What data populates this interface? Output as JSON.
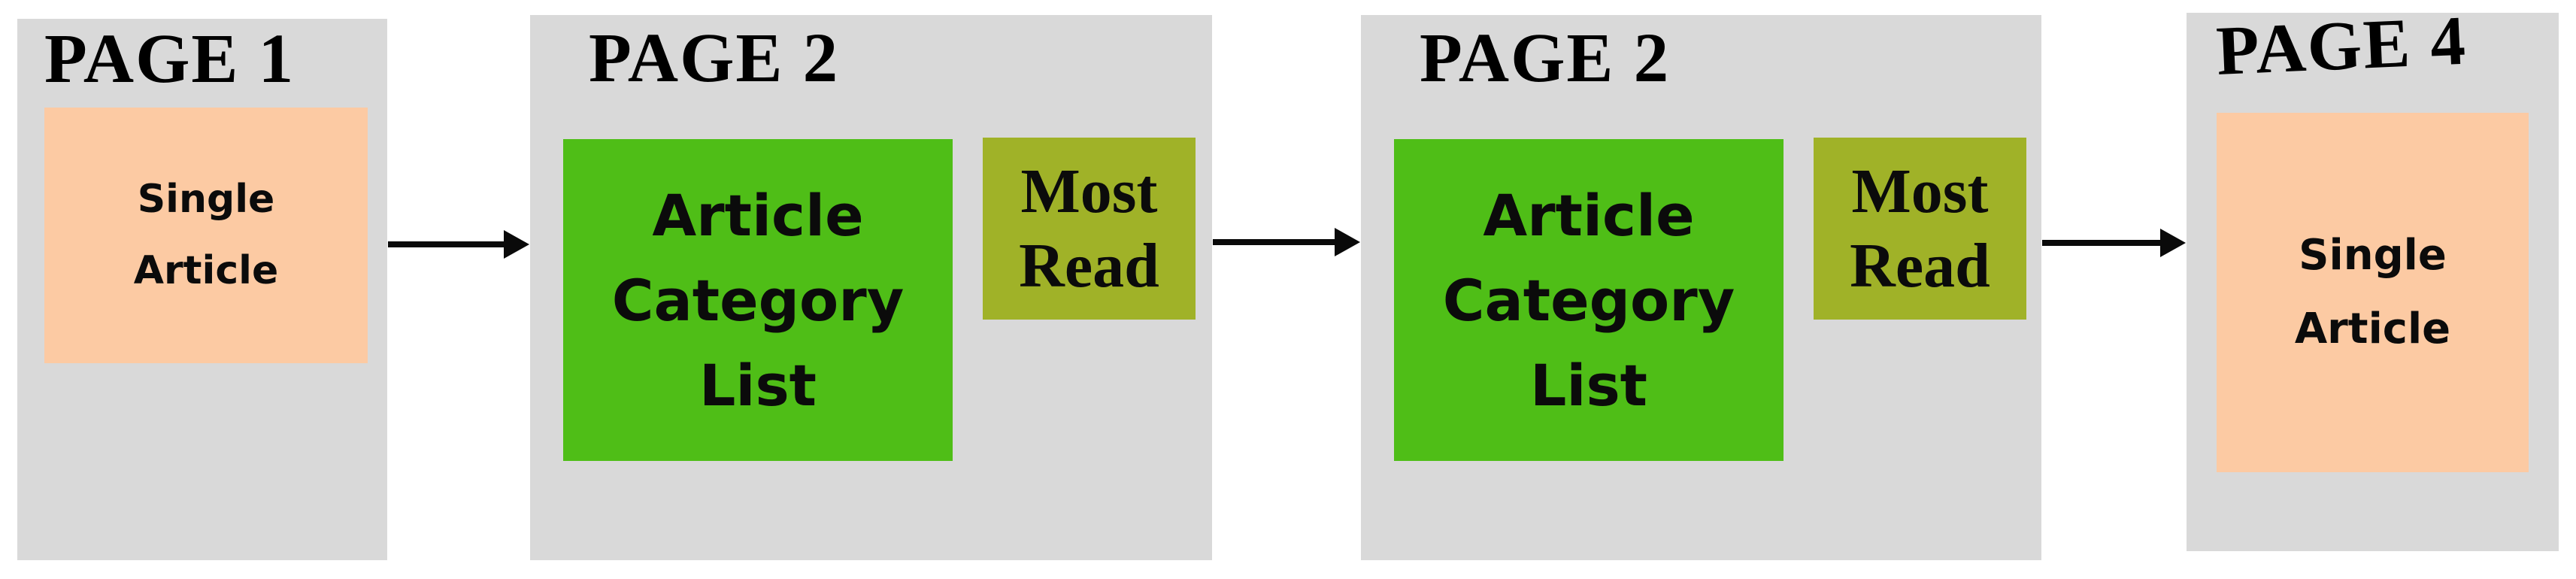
{
  "diagram": {
    "description": "Page navigation flow diagram",
    "panels": [
      {
        "id": "page-1",
        "title": "PAGE 1",
        "single_article": {
          "line1": "Single",
          "line2": "Article"
        }
      },
      {
        "id": "page-2a",
        "title": "PAGE 2",
        "category_list": {
          "line1": "Article",
          "line2": "Category",
          "line3": "List"
        },
        "most_read": {
          "line1": "Most",
          "line2": "Read"
        }
      },
      {
        "id": "page-2b",
        "title": "PAGE 2",
        "category_list": {
          "line1": "Article",
          "line2": "Category",
          "line3": "List"
        },
        "most_read": {
          "line1": "Most",
          "line2": "Read"
        }
      },
      {
        "id": "page-4",
        "title": "PAGE 4",
        "single_article": {
          "line1": "Single",
          "line2": "Article"
        }
      }
    ],
    "arrows": [
      {
        "from": "page-1",
        "to": "page-2a",
        "direction": "right"
      },
      {
        "from": "page-2a",
        "to": "page-2b",
        "direction": "right"
      },
      {
        "from": "page-2b",
        "to": "page-4",
        "direction": "right"
      }
    ],
    "colors": {
      "page_bg": "#ffffff",
      "panel_bg": "#d9d9d9",
      "single_article_bg": "#fccaa3",
      "category_list_bg": "#4fbe17",
      "most_read_bg": "#a0b228",
      "arrow": "#0a0a0a",
      "text": "#000000"
    }
  }
}
